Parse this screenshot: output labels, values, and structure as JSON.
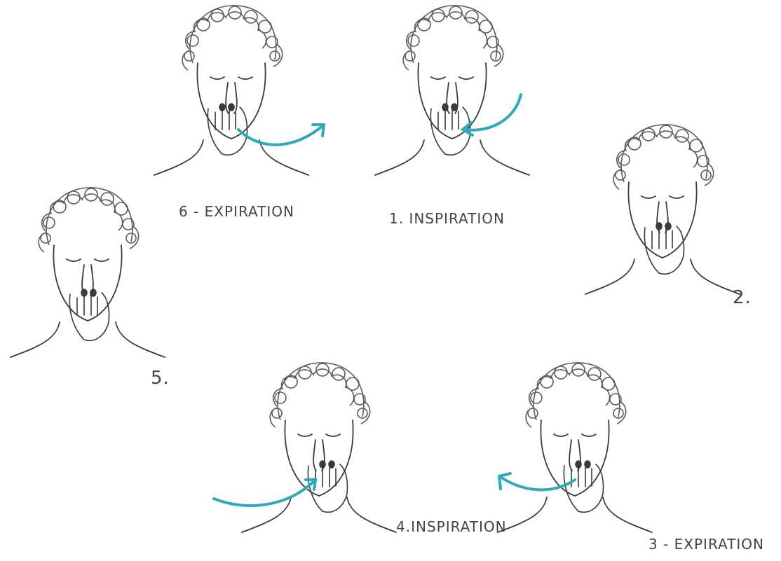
{
  "labels": {
    "step6": "6 - EXPIRATION",
    "step1": "1. INSPIRATION",
    "step2": "2.",
    "step5": "5.",
    "step4": "4.INSPIRATION",
    "step3": "3 - EXPIRATION"
  },
  "colors": {
    "pencil": "#3a3a3a",
    "hair": "#5a5a5a",
    "airflow_arrow": "#2fa9b8",
    "paper": "#ffffff"
  },
  "icons": {
    "arrow": "airflow-arrow-icon"
  }
}
